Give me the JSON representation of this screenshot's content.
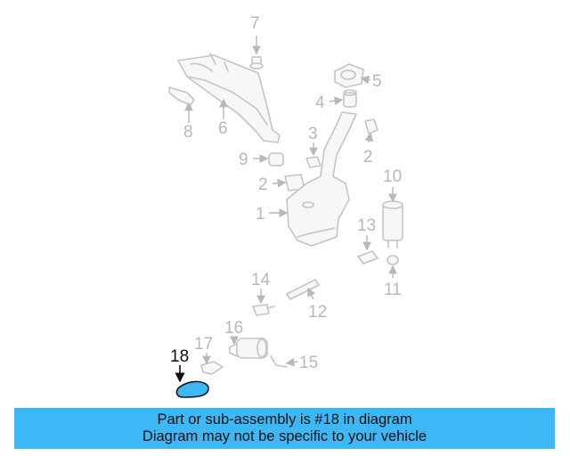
{
  "callouts": {
    "c1": "1",
    "c2a": "2",
    "c2b": "2",
    "c3": "3",
    "c4": "4",
    "c5": "5",
    "c6": "6",
    "c7": "7",
    "c8": "8",
    "c9": "9",
    "c10": "10",
    "c11": "11",
    "c12": "12",
    "c13": "13",
    "c14": "14",
    "c15": "15",
    "c16": "16",
    "c17": "17",
    "c18": "18"
  },
  "highlight": {
    "part_number": "18",
    "color": "#3db8f5"
  },
  "banner": {
    "line1": "Part or sub-assembly is #18 in diagram",
    "line2": "Diagram may not be specific to your vehicle",
    "background": "#3db8f5"
  }
}
